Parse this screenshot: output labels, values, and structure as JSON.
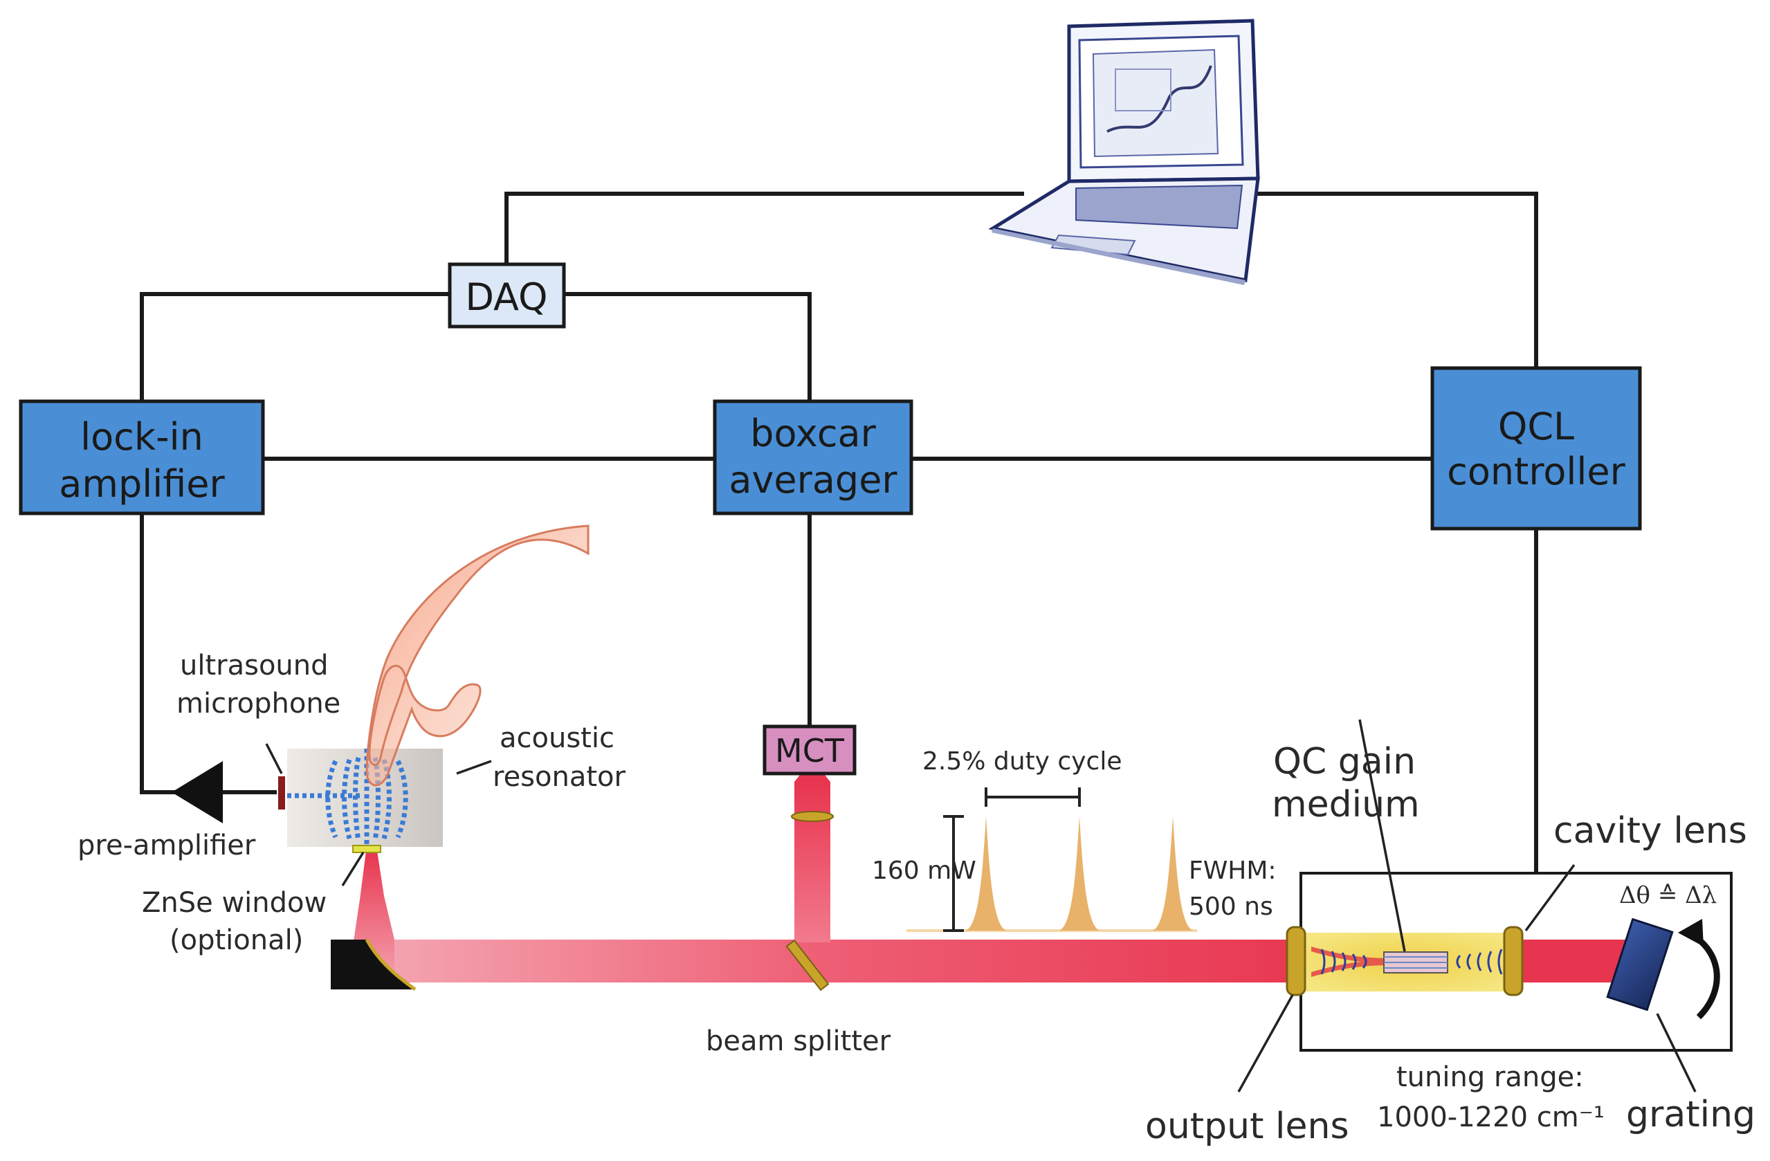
{
  "boxes": {
    "daq": "DAQ",
    "lockin_line1": "lock-in",
    "lockin_line2": "amplifier",
    "boxcar_line1": "boxcar",
    "boxcar_line2": "averager",
    "qcl_line1": "QCL",
    "qcl_line2": "controller",
    "mct": "MCT"
  },
  "labels": {
    "ultrasound_line1": "ultrasound",
    "ultrasound_line2": "microphone",
    "acoustic_line1": "acoustic",
    "acoustic_line2": "resonator",
    "preamp": "pre-amplifier",
    "znse_line1": "ZnSe window",
    "znse_line2": "(optional)",
    "beam_splitter": "beam splitter",
    "duty_cycle": "2.5% duty cycle",
    "power": "160 mW",
    "fwhm_line1": "FWHM:",
    "fwhm_line2": "500 ns",
    "gain_line1": "QC gain",
    "gain_line2": "medium",
    "cavity_lens": "cavity lens",
    "delta": "Δθ ≙ Δλ",
    "output_lens": "output lens",
    "tuning_line1": "tuning range:",
    "tuning_line2": "1000-1220 cm⁻¹",
    "grating": "grating"
  },
  "colors": {
    "box_fill": "#4a8fd6",
    "box_stroke": "#1a1a1a",
    "daq_fill": "#dce8f7",
    "mct_fill": "#d78fc0",
    "beam": "#e8354f",
    "pulse": "#e8b26a",
    "lens": "#c8a52a",
    "grating": "#223a7a"
  }
}
